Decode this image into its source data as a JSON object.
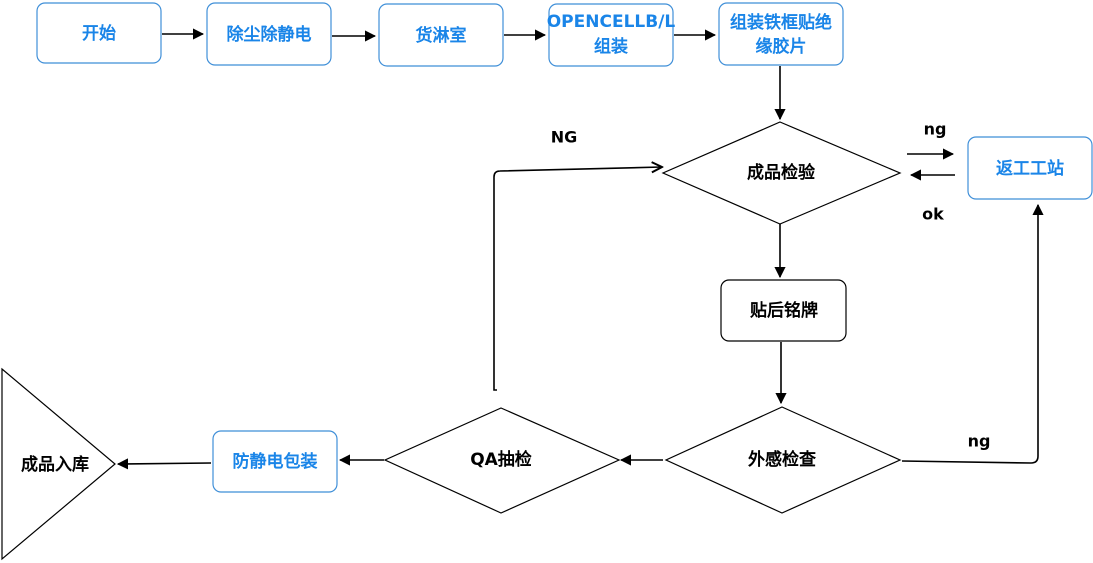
{
  "nodes": {
    "start": "开始",
    "destatic": "除尘除静电",
    "shower_room": "货淋室",
    "open_cell_assembly": [
      "OPENCELLB/L",
      "组装"
    ],
    "frame_assembly": [
      "组装铁框贴绝",
      "缘胶片"
    ],
    "final_inspection": "成品检验",
    "rework_station": "返工工站",
    "nameplate": "贴后铭牌",
    "visual_check": "外感检查",
    "qa_sampling": "QA抽检",
    "antistatic_packing": "防静电包装",
    "warehouse_in": "成品入库"
  },
  "edge_labels": {
    "to_rework": "ng",
    "from_rework": "ok",
    "qa_ng": "NG",
    "visual_ng": "ng"
  },
  "colors": {
    "accent_text": "#1a85e8",
    "accent_border": "#3f8fd8",
    "default": "#000000"
  }
}
